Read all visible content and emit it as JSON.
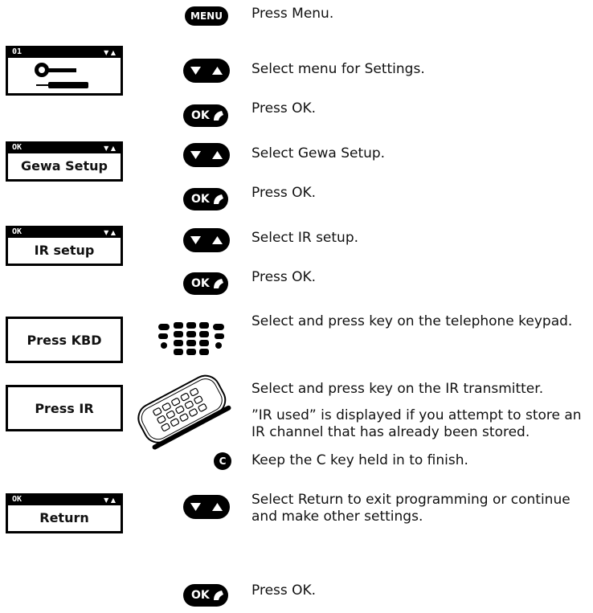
{
  "buttons": {
    "menu": "MENU",
    "ok": "OK",
    "c": "C"
  },
  "displays": {
    "settings_header": "01",
    "gewa_header": "OK",
    "gewa_title": "Gewa Setup",
    "ir_header": "OK",
    "ir_title": "IR setup",
    "press_kbd": "Press KBD",
    "press_ir": "Press IR",
    "return_header": "OK",
    "return_title": "Return"
  },
  "steps": [
    "Press Menu.",
    "Select menu for Settings.",
    "Press OK.",
    "Select Gewa Setup.",
    "Press OK.",
    "Select IR setup.",
    "Press OK.",
    "Select and press key on the telephone keypad.",
    "Select and press key on the IR transmitter.",
    "”IR used” is displayed if you attempt to store an IR channel that has already been stored.",
    "Keep the C key held in to finish.",
    "Select Return to exit programming or continue and make other settings.",
    "Press OK."
  ]
}
